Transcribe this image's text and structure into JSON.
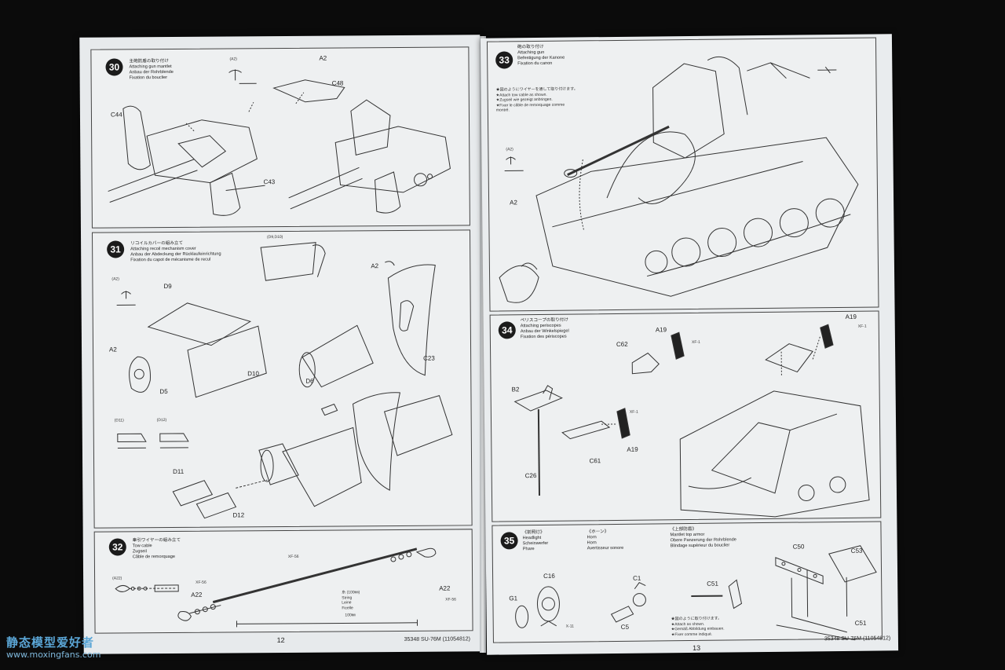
{
  "watermark": {
    "chinese": "静态模型爱好者",
    "url": "www.moxingfans.com"
  },
  "left_page": {
    "page_number": "12",
    "footer": "35348  SU-76M (11054812)",
    "steps": [
      {
        "number": "30",
        "titles": [
          "主砲防盾の取り付け",
          "Attaching gun mantlet",
          "Anbau der Rohrblende",
          "Fixation du bouclier"
        ],
        "labels": [
          "(A2)",
          "A2",
          "C48",
          "C44",
          "C43"
        ]
      },
      {
        "number": "31",
        "titles": [
          "リコイルカバーの組み立て",
          "Attaching recoil mechanism cover",
          "Anbau der Abdeckung der Rücklaufeinrichtung",
          "Fixation du capot de mécanisme de recul"
        ],
        "labels": [
          "(D9,D10)",
          "(A2)",
          "D9",
          "A2",
          "D5",
          "D10",
          "A2",
          "C23",
          "D6",
          "(D11)",
          "(D12)",
          "D11",
          "D12"
        ]
      },
      {
        "number": "32",
        "titles": [
          "牽引ワイヤーの組み立て",
          "Tow cable",
          "Zugseil",
          "Câble de remorquage"
        ],
        "labels": [
          "(A22)",
          "XF-56",
          "A22",
          "XF-56",
          "A22",
          "XF-56"
        ],
        "string_note": [
          "糸 (100㎜)",
          "String",
          "Leine",
          "Ficelle"
        ],
        "dimension": "100㎜"
      }
    ]
  },
  "right_page": {
    "page_number": "13",
    "footer": "35348  SU-76M (11054812)",
    "steps": [
      {
        "number": "33",
        "titles": [
          "砲の取り付け",
          "Attaching gun",
          "Befestigung der Kanone",
          "Fixation du canon"
        ],
        "note": [
          "★図のようにワイヤーを通して取り付けます。",
          "★Attach tow cable as shown.",
          "★Zugseil wie gezeigt anbringen.",
          "★Fixer le câble de remorquage comme",
          "montré."
        ],
        "labels": [
          "(A2)",
          "A2"
        ]
      },
      {
        "number": "34",
        "titles": [
          "ペリスコープの取り付け",
          "Attaching periscopes",
          "Anbau der Winkelspiegel",
          "Fixation des périscopes"
        ],
        "labels": [
          "A19",
          "A19",
          "XF-1",
          "C62",
          "XF-1",
          "B2",
          "XF-1",
          "C61",
          "A19",
          "C26"
        ]
      },
      {
        "number": "35",
        "groups": [
          {
            "titles": [
              "《前照灯》",
              "Headlight",
              "Scheinwerfer",
              "Phare"
            ]
          },
          {
            "titles": [
              "《ホーン》",
              "Horn",
              "Horn",
              "Avertisseur sonore"
            ]
          },
          {
            "titles": [
              "《上部防盾》",
              "Mantlet top armor",
              "Obere Panzerung der Rohrblende",
              "Blindage supérieur du bouclier"
            ]
          }
        ],
        "labels": [
          "C16",
          "G1",
          "X-11",
          "C1",
          "C5",
          "C51",
          "C50",
          "C53",
          "C51"
        ],
        "note": [
          "★図のように取り付けます。",
          "★Attach as shown.",
          "★Gemäß Abbildung einbauen.",
          "★Fixer comme indiqué."
        ]
      }
    ]
  }
}
